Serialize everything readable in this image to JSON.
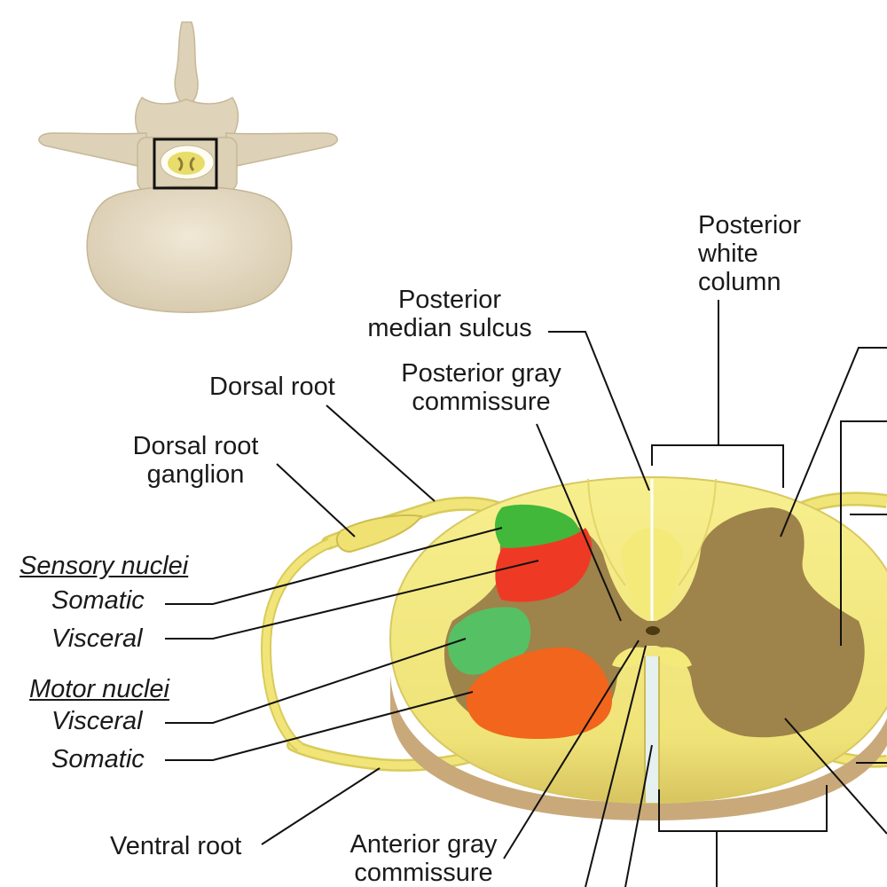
{
  "labels": {
    "posterior_white_column": "Posterior\nwhite\ncolumn",
    "posterior_median_sulcus": "Posterior\nmedian sulcus",
    "dorsal_root": "Dorsal root",
    "posterior_gray_commissure": "Posterior gray\ncommissure",
    "dorsal_root_ganglion": "Dorsal root\nganglion",
    "sensory_nuclei": "Sensory nuclei",
    "sensory_somatic": "Somatic",
    "sensory_visceral": "Visceral",
    "motor_nuclei": "Motor nuclei",
    "motor_visceral": "Visceral",
    "motor_somatic": "Somatic",
    "ventral_root": "Ventral root",
    "anterior_gray_commissure": "Anterior gray\ncommissure"
  },
  "colors": {
    "bone": "#e6dcc6",
    "white_matter": "#f3ea7a",
    "gray_matter": "#9e834a",
    "sensory_somatic": "#41b83a",
    "sensory_visceral": "#ee3a24",
    "motor_visceral": "#56c064",
    "motor_somatic": "#f2651c",
    "leader_line": "#111111"
  },
  "icons": [
    "vertebra-illustration",
    "spinal-cord-cross-section"
  ]
}
